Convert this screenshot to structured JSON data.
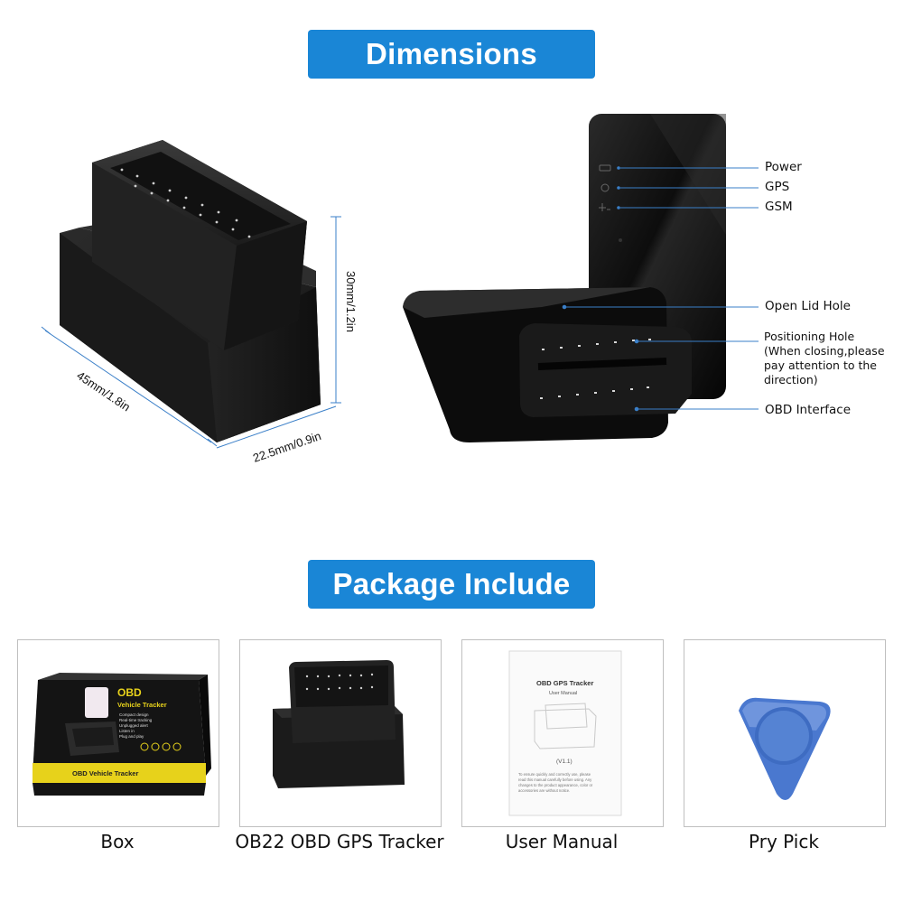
{
  "headings": {
    "dimensions": "Dimensions",
    "package_include": "Package Include"
  },
  "dimensions": {
    "length": "45mm/1.8in",
    "width": "22.5mm/0.9in",
    "height": "30mm/1.2in"
  },
  "callouts": {
    "power": "Power",
    "gps": "GPS",
    "gsm": "GSM",
    "open_lid_hole": "Open Lid Hole",
    "positioning_hole_line1": "Positioning Hole",
    "positioning_hole_line2": "(When closing,please",
    "positioning_hole_line3": "pay attention to the",
    "positioning_hole_line4": "direction)",
    "obd_interface": "OBD Interface"
  },
  "package": {
    "items": [
      {
        "label": "Box"
      },
      {
        "label": "OB22 OBD GPS Tracker"
      },
      {
        "label": "User Manual"
      },
      {
        "label": "Pry Pick"
      }
    ],
    "box_print": {
      "title_line1": "OBD",
      "title_line2": "Vehicle Tracker",
      "features": [
        "Compact design",
        "Real-time tracking",
        "Unplugged alert",
        "Listen in",
        "Plug and play"
      ],
      "side_label": "OBD Vehicle Tracker"
    },
    "manual_print": {
      "title": "OBD GPS Tracker",
      "subtitle": "User Manual",
      "version": "(V1.1)",
      "body_line1": "To ensure quickly and correctly use, please",
      "body_line2": "read this manual carefully before using. Any",
      "body_line3": "changes to the product appearance, color or",
      "body_line4": "accessories are without notice."
    }
  },
  "colors": {
    "accent_blue": "#1a86d6",
    "device_black": "#1e1e1e",
    "pick_blue": "#4a78cf"
  }
}
